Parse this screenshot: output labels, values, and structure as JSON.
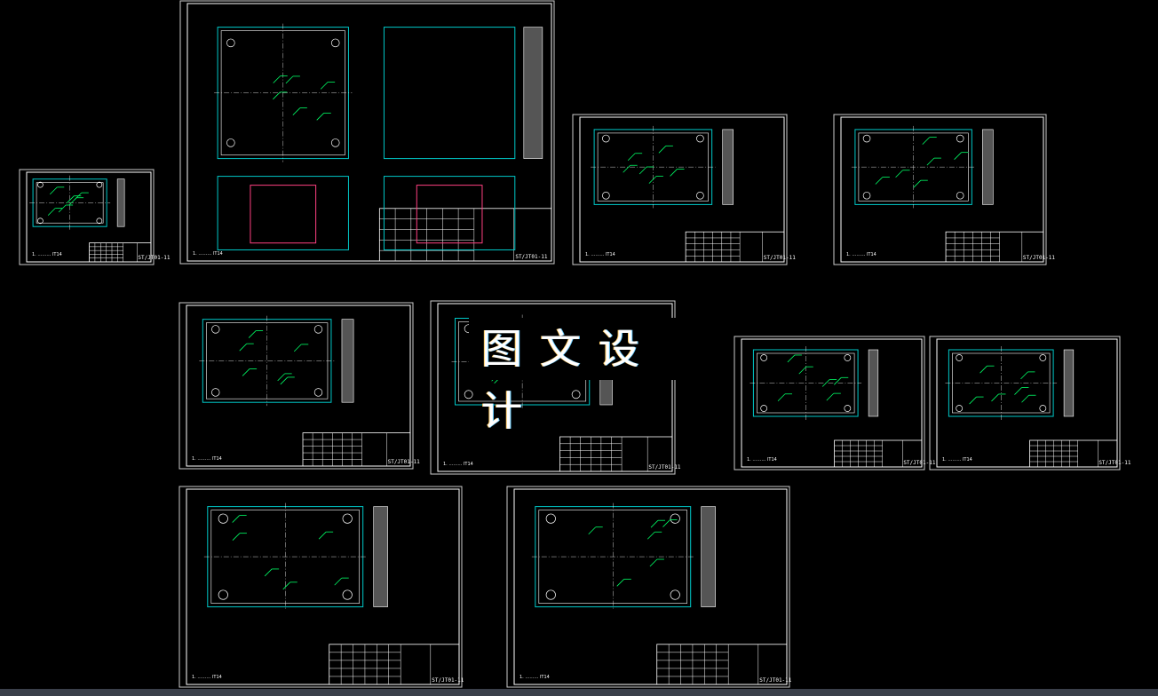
{
  "watermark": "图文设计",
  "drawing_number": "ST/JT01-11",
  "tolerance_note": "IT14",
  "colors": {
    "background": "#000000",
    "border": "#ffffff",
    "geometry": "#00c8c8",
    "dimension": "#00ff66",
    "hidden": "#ff4080"
  },
  "sheets": [
    {
      "id": "part-overview"
    },
    {
      "id": "assembly"
    },
    {
      "id": "core-plate"
    },
    {
      "id": "cavity-plate"
    },
    {
      "id": "clamp-plate"
    },
    {
      "id": "support-plate"
    },
    {
      "id": "ejector-plate"
    },
    {
      "id": "ejector-retainer"
    },
    {
      "id": "moving-plate"
    },
    {
      "id": "fixed-plate"
    }
  ]
}
